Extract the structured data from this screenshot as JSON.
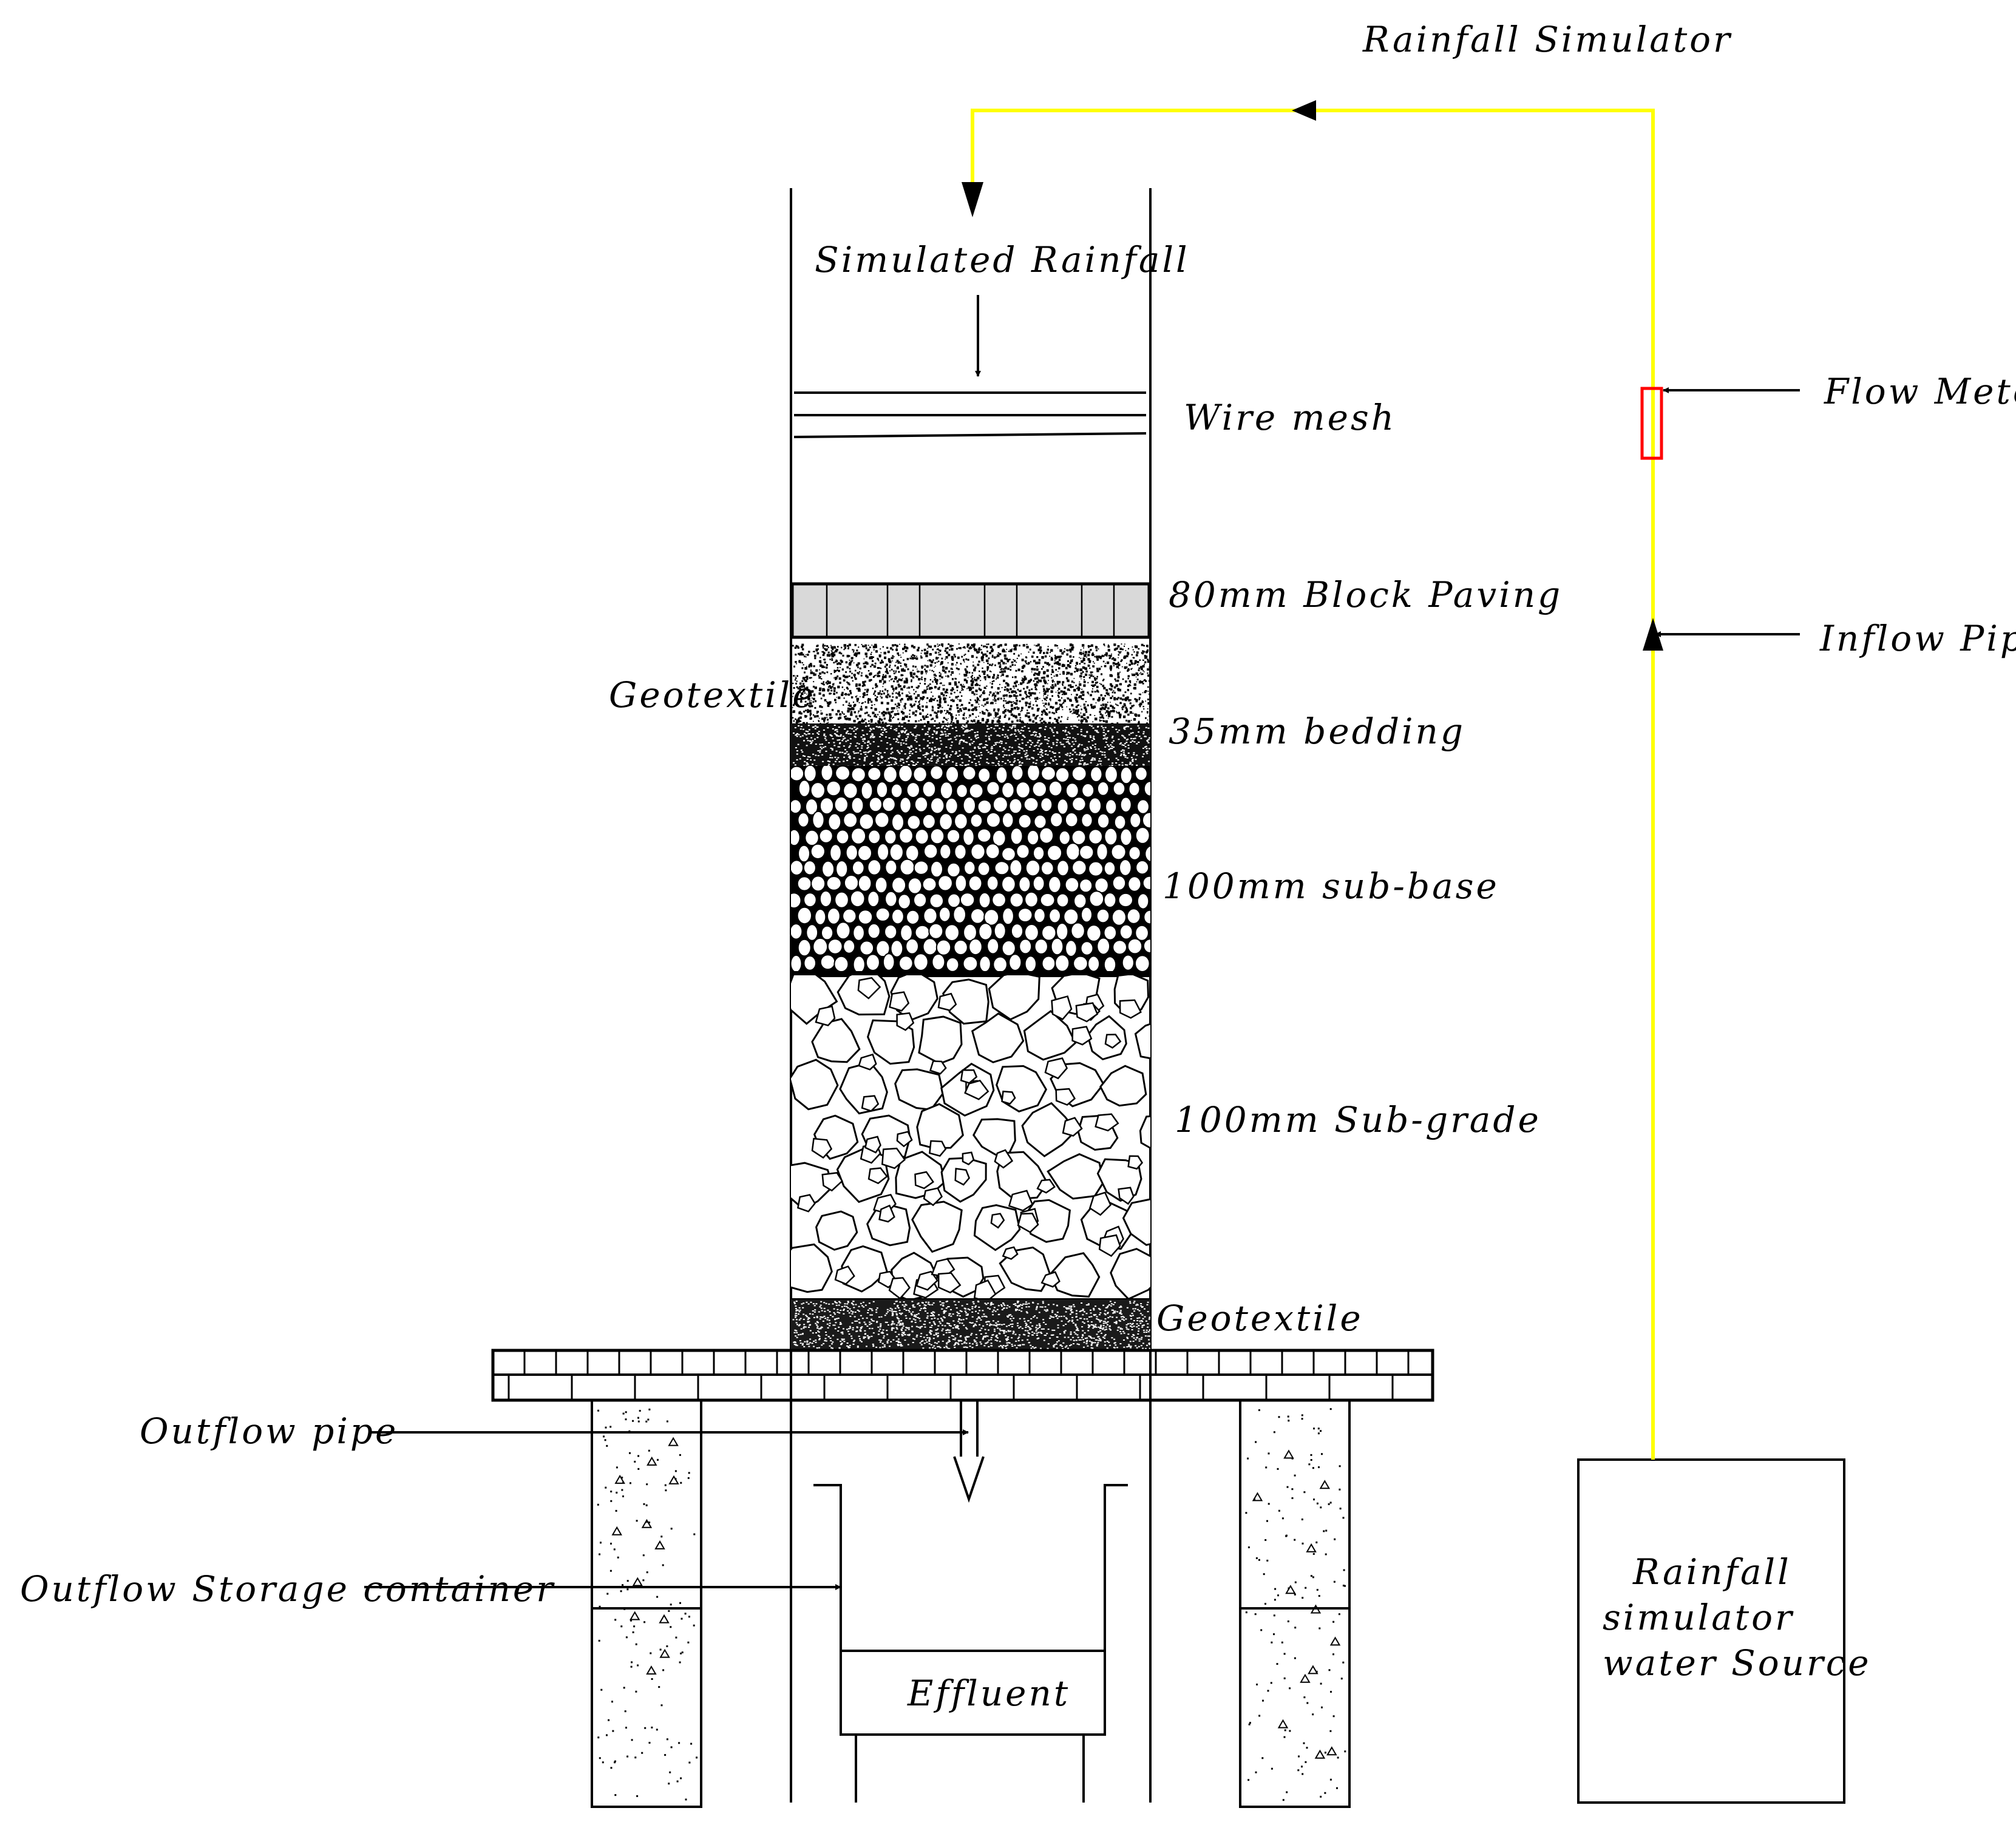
{
  "labels": {
    "rainfall_simulator": "Rainfall Simulator",
    "simulated_rainfall": "Simulated Rainfall",
    "wire_mesh": "Wire mesh",
    "flow_meter": "Flow Meter",
    "block_paving": "80mm Block Paving",
    "inflow_pipe": "Inflow Pipe",
    "geotextile_top": "Geotextile",
    "bedding": "35mm bedding",
    "sub_base": "100mm sub-base",
    "sub_grade": "100mm Sub-grade",
    "geotextile_bottom": "Geotextile",
    "outflow_pipe": "Outflow pipe",
    "outflow_storage": "Outflow Storage container",
    "effluent": "Effluent",
    "water_source_lines": [
      "Rainfall",
      "simulator",
      "water Source"
    ]
  },
  "colors": {
    "pipe": "#ffff00",
    "flow_meter": "#ff0000",
    "paving_fill": "#d9d9d9",
    "line": "#000000"
  }
}
